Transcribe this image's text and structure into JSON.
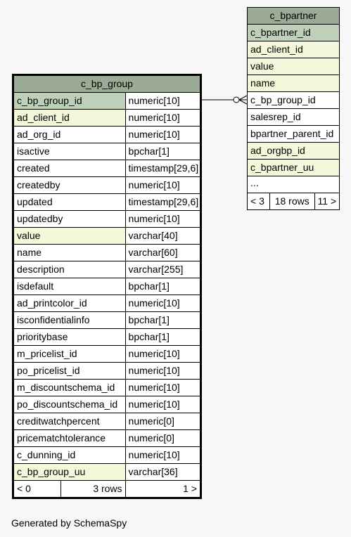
{
  "c_bp_group": {
    "title": "c_bp_group",
    "columns": [
      {
        "name": "c_bp_group_id",
        "type": "numeric[10]",
        "kind": "pk"
      },
      {
        "name": "ad_client_id",
        "type": "numeric[10]",
        "kind": "idx"
      },
      {
        "name": "ad_org_id",
        "type": "numeric[10]",
        "kind": ""
      },
      {
        "name": "isactive",
        "type": "bpchar[1]",
        "kind": ""
      },
      {
        "name": "created",
        "type": "timestamp[29,6]",
        "kind": ""
      },
      {
        "name": "createdby",
        "type": "numeric[10]",
        "kind": ""
      },
      {
        "name": "updated",
        "type": "timestamp[29,6]",
        "kind": ""
      },
      {
        "name": "updatedby",
        "type": "numeric[10]",
        "kind": ""
      },
      {
        "name": "value",
        "type": "varchar[40]",
        "kind": "idx"
      },
      {
        "name": "name",
        "type": "varchar[60]",
        "kind": ""
      },
      {
        "name": "description",
        "type": "varchar[255]",
        "kind": ""
      },
      {
        "name": "isdefault",
        "type": "bpchar[1]",
        "kind": ""
      },
      {
        "name": "ad_printcolor_id",
        "type": "numeric[10]",
        "kind": ""
      },
      {
        "name": "isconfidentialinfo",
        "type": "bpchar[1]",
        "kind": ""
      },
      {
        "name": "prioritybase",
        "type": "bpchar[1]",
        "kind": ""
      },
      {
        "name": "m_pricelist_id",
        "type": "numeric[10]",
        "kind": ""
      },
      {
        "name": "po_pricelist_id",
        "type": "numeric[10]",
        "kind": ""
      },
      {
        "name": "m_discountschema_id",
        "type": "numeric[10]",
        "kind": ""
      },
      {
        "name": "po_discountschema_id",
        "type": "numeric[10]",
        "kind": ""
      },
      {
        "name": "creditwatchpercent",
        "type": "numeric[0]",
        "kind": ""
      },
      {
        "name": "pricematchtolerance",
        "type": "numeric[0]",
        "kind": ""
      },
      {
        "name": "c_dunning_id",
        "type": "numeric[10]",
        "kind": ""
      },
      {
        "name": "c_bp_group_uu",
        "type": "varchar[36]",
        "kind": "idx"
      }
    ],
    "footer": {
      "parents": "< 0",
      "rows": "3 rows",
      "children": "1 >"
    }
  },
  "c_bpartner": {
    "title": "c_bpartner",
    "columns": [
      {
        "name": "c_bpartner_id",
        "kind": "pk"
      },
      {
        "name": "ad_client_id",
        "kind": "idx"
      },
      {
        "name": "value",
        "kind": "idx"
      },
      {
        "name": "name",
        "kind": "idx"
      },
      {
        "name": "c_bp_group_id",
        "kind": ""
      },
      {
        "name": "salesrep_id",
        "kind": ""
      },
      {
        "name": "bpartner_parent_id",
        "kind": ""
      },
      {
        "name": "ad_orgbp_id",
        "kind": "idx"
      },
      {
        "name": "c_bpartner_uu",
        "kind": "idx"
      }
    ],
    "ellipsis": "...",
    "footer": {
      "parents": "< 3",
      "rows": "18 rows",
      "children": "11 >"
    }
  },
  "generated_by": "Generated by SchemaSpy",
  "colors": {
    "header": "#9bab96",
    "primary_key": "#bed1b8",
    "indexed": "#f4f7da",
    "background": "#f7f7f7"
  }
}
